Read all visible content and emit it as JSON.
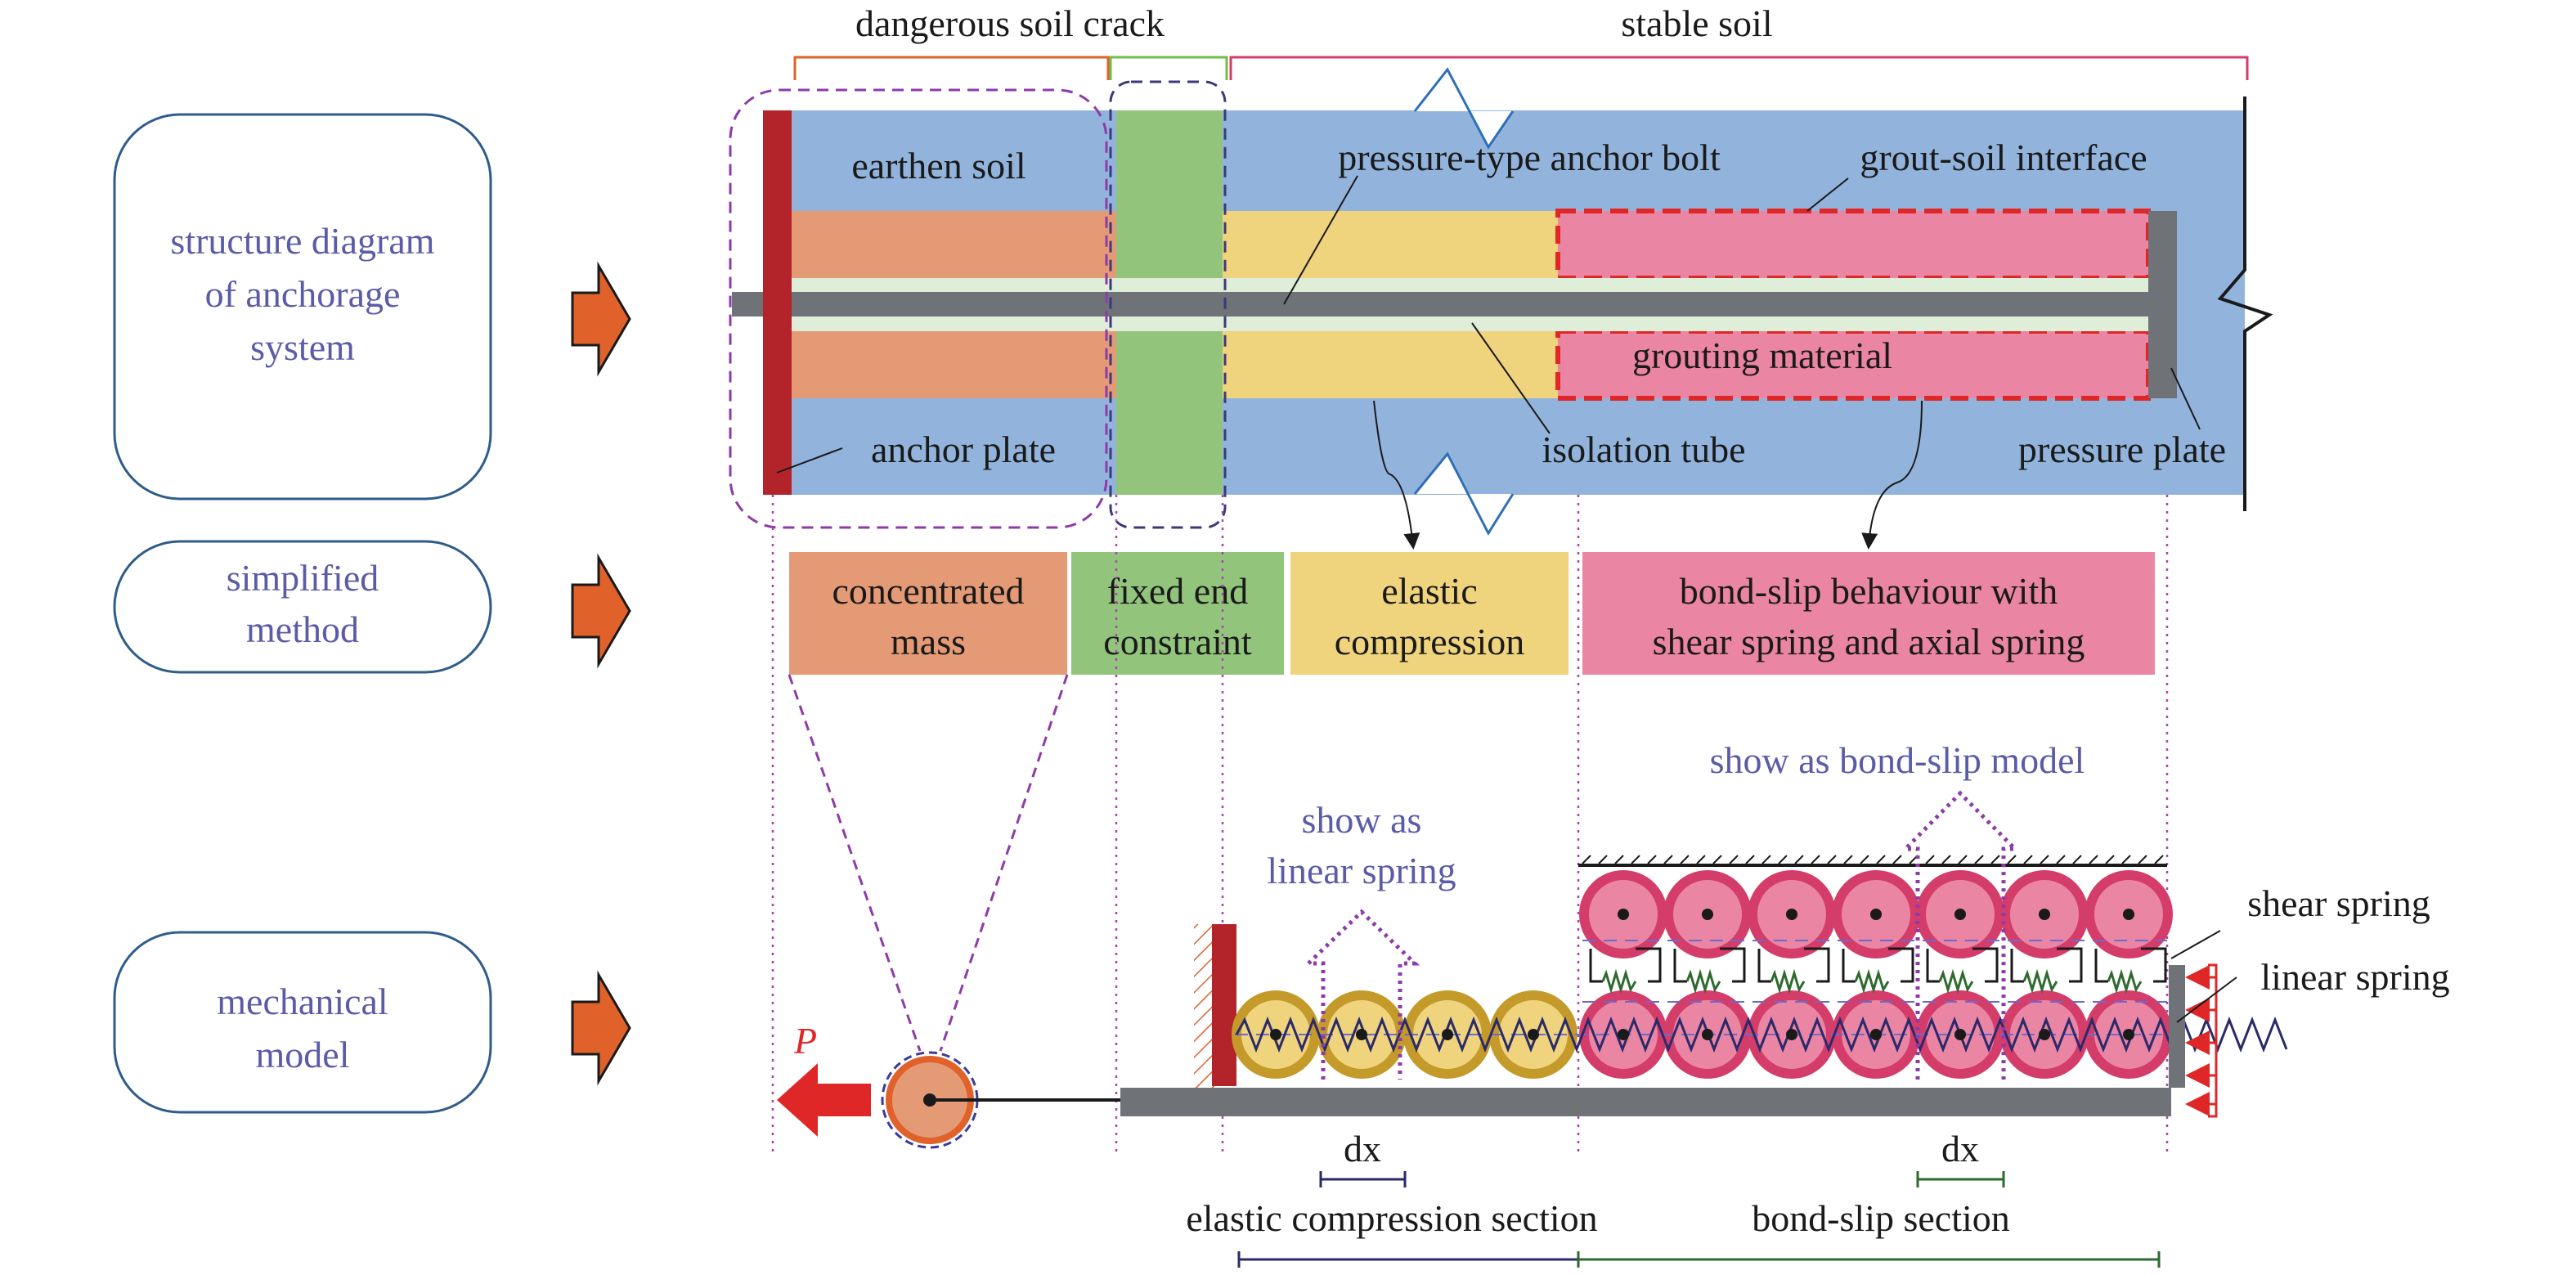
{
  "rows": {
    "structure": [
      "structure diagram",
      "of anchorage",
      "system"
    ],
    "simplified": [
      "simplified",
      "method"
    ],
    "mechanical": [
      "mechanical",
      "model"
    ]
  },
  "top": {
    "dangerous_crack": "dangerous soil crack",
    "stable_soil": "stable soil"
  },
  "structure": {
    "earthen_soil": "earthen soil",
    "anchor_plate": "anchor plate",
    "bolt": "pressure-type anchor bolt",
    "interface": "grout-soil interface",
    "grouting": "grouting material",
    "isolation": "isolation tube",
    "pressure_plate": "pressure plate"
  },
  "simplified": {
    "mass": [
      "concentrated",
      "mass"
    ],
    "fixed": [
      "fixed end",
      "constraint"
    ],
    "elastic": [
      "elastic",
      "compression"
    ],
    "bond": [
      "bond-slip behaviour with",
      "shear spring and axial spring"
    ]
  },
  "mechanical": {
    "load": "P",
    "linear_note": [
      "show as",
      "linear spring"
    ],
    "bond_note": "show as bond-slip model",
    "shear_spring": "shear spring",
    "linear_spring": "linear spring",
    "dx": "dx",
    "elastic_section": "elastic compression section",
    "bond_section": "bond-slip section"
  },
  "colors": {
    "soil": "#92b4dc",
    "mass": "#e59a76",
    "crack": "#92c47c",
    "elastic": "#efd37d",
    "bond": "#ea85a3",
    "plate": "#b3242a",
    "bolt": "#6f7276",
    "text_blue": "#5b5ba8",
    "arrow": "#e0612a"
  }
}
